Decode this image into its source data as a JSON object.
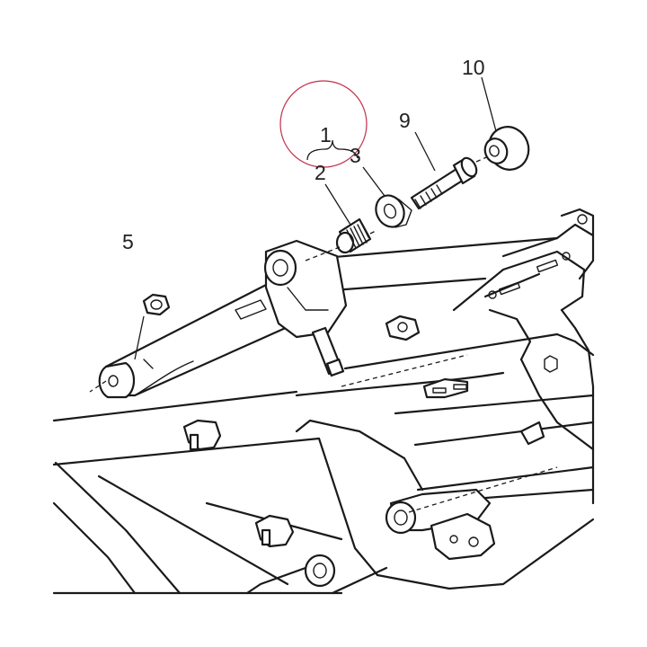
{
  "diagram": {
    "callouts": {
      "c1": "1",
      "c2": "2",
      "c3": "3",
      "c5": "5",
      "c9": "9",
      "c10": "10"
    },
    "colors": {
      "line": "#1a1a1a",
      "highlight_circle": "#c0304a",
      "background": "#ffffff"
    }
  }
}
